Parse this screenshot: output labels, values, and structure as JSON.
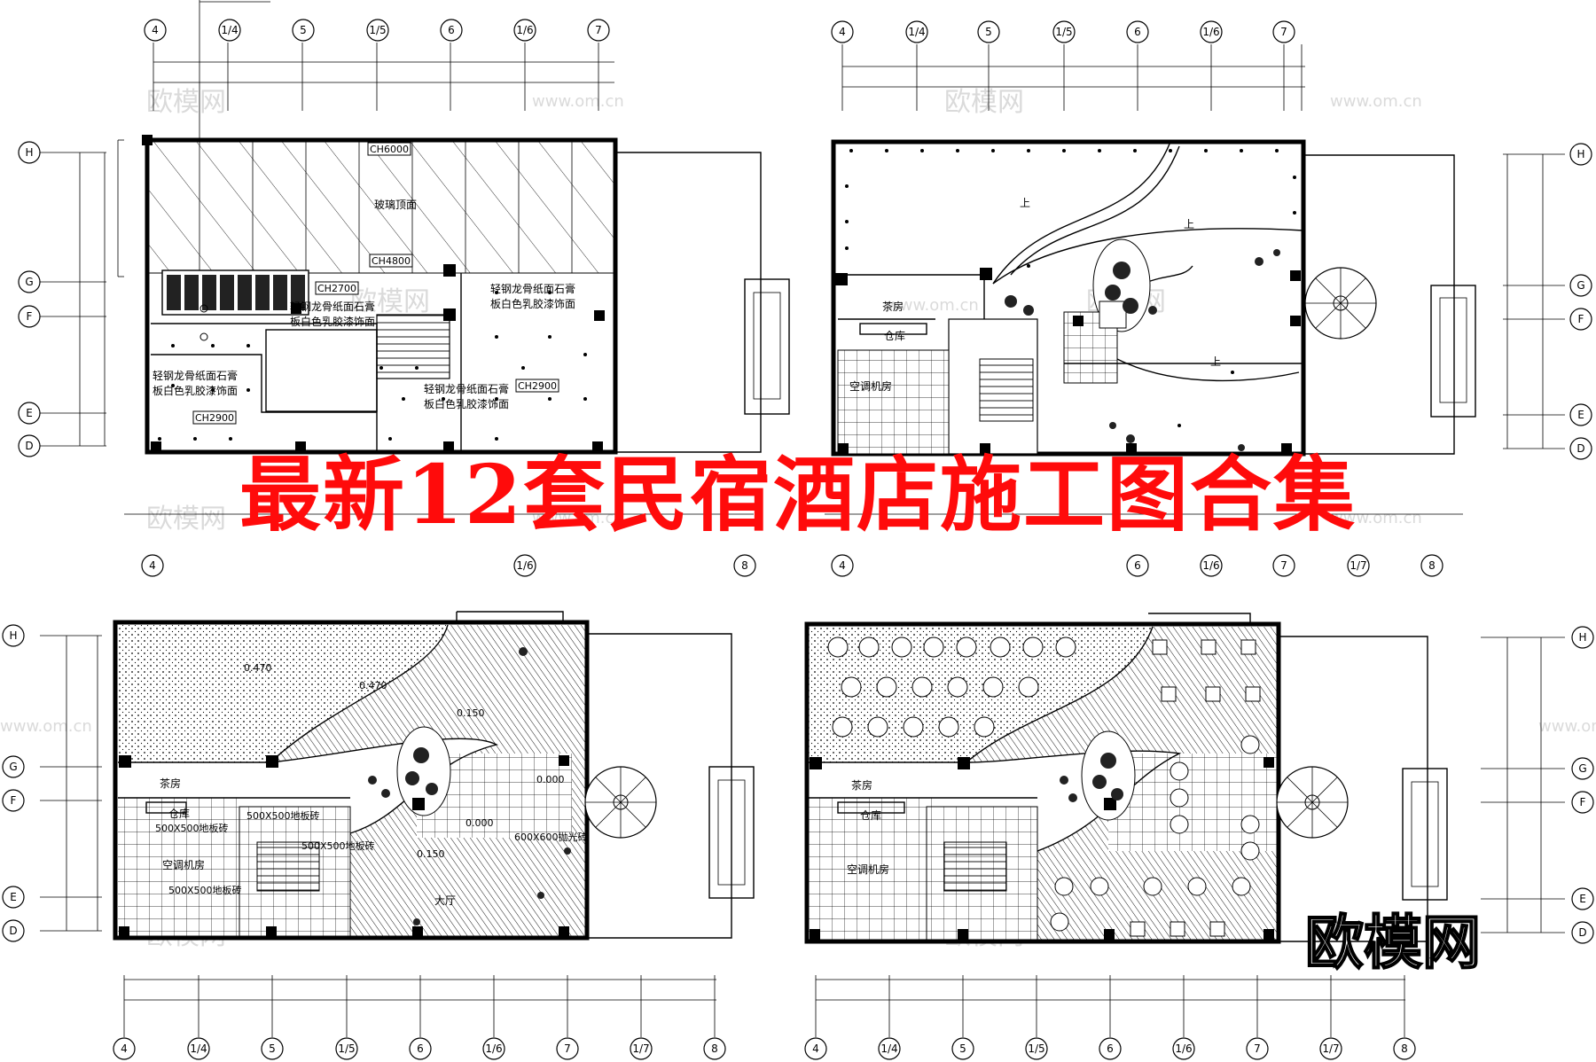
{
  "headline": "最新12套民宿酒店施工图合集",
  "brand": "欧模网",
  "watermarks": [
    "欧模网",
    "www.om.cn"
  ],
  "axes": {
    "plan1_top": [
      "4",
      "1/4",
      "5",
      "1/5",
      "6",
      "1/6",
      "7"
    ],
    "plan2_top": [
      "4",
      "1/4",
      "5",
      "1/5",
      "6",
      "1/6",
      "7"
    ],
    "plan3_bottom": [
      "4",
      "1/4",
      "5",
      "1/5",
      "6",
      "1/6",
      "7",
      "1/7",
      "8"
    ],
    "plan4_bottom": [
      "4",
      "1/4",
      "5",
      "1/5",
      "6",
      "1/6",
      "7",
      "1/7",
      "8"
    ],
    "rows_upper": [
      "H",
      "G",
      "F",
      "E",
      "D"
    ],
    "rows_lower": [
      "H",
      "G",
      "F",
      "E",
      "D"
    ],
    "mid_partial_left": [
      "4",
      "1/6",
      "8"
    ],
    "mid_partial_right": [
      "4",
      "6",
      "1/6",
      "7",
      "1/7",
      "8"
    ]
  },
  "plan1": {
    "tags": [
      "CH6000",
      "CH4800",
      "CH2700",
      "CH2900",
      "CH2900"
    ],
    "glass_label": "玻璃顶面",
    "note_a": [
      "轻钢龙骨纸面石膏",
      "板白色乳胶漆饰面"
    ],
    "note_b": [
      "轻钢龙骨纸面石膏",
      "板白色乳胶漆饰面"
    ],
    "note_c": [
      "轻钢龙骨纸面石膏",
      "板白色乳胶漆饰面"
    ],
    "note_d": [
      "轻钢龙骨纸面石膏",
      "板白色乳胶漆饰面"
    ]
  },
  "plan2": {
    "rooms": [
      "茶房",
      "仓库",
      "空调机房"
    ],
    "marks": [
      "上",
      "上",
      "上"
    ]
  },
  "plan3": {
    "rooms": [
      "茶房",
      "仓库",
      "空调机房",
      "大厅"
    ],
    "levels": [
      "0.470",
      "0.470",
      "0.150",
      "0.000",
      "0.000",
      "0.150"
    ],
    "floor_notes": [
      "500X500地板砖",
      "500X500地板砖",
      "500X500地板砖",
      "600X600抛光砖",
      "500X500地板砖"
    ]
  },
  "plan4": {
    "rooms": [
      "茶房",
      "仓库",
      "空调机房"
    ]
  }
}
